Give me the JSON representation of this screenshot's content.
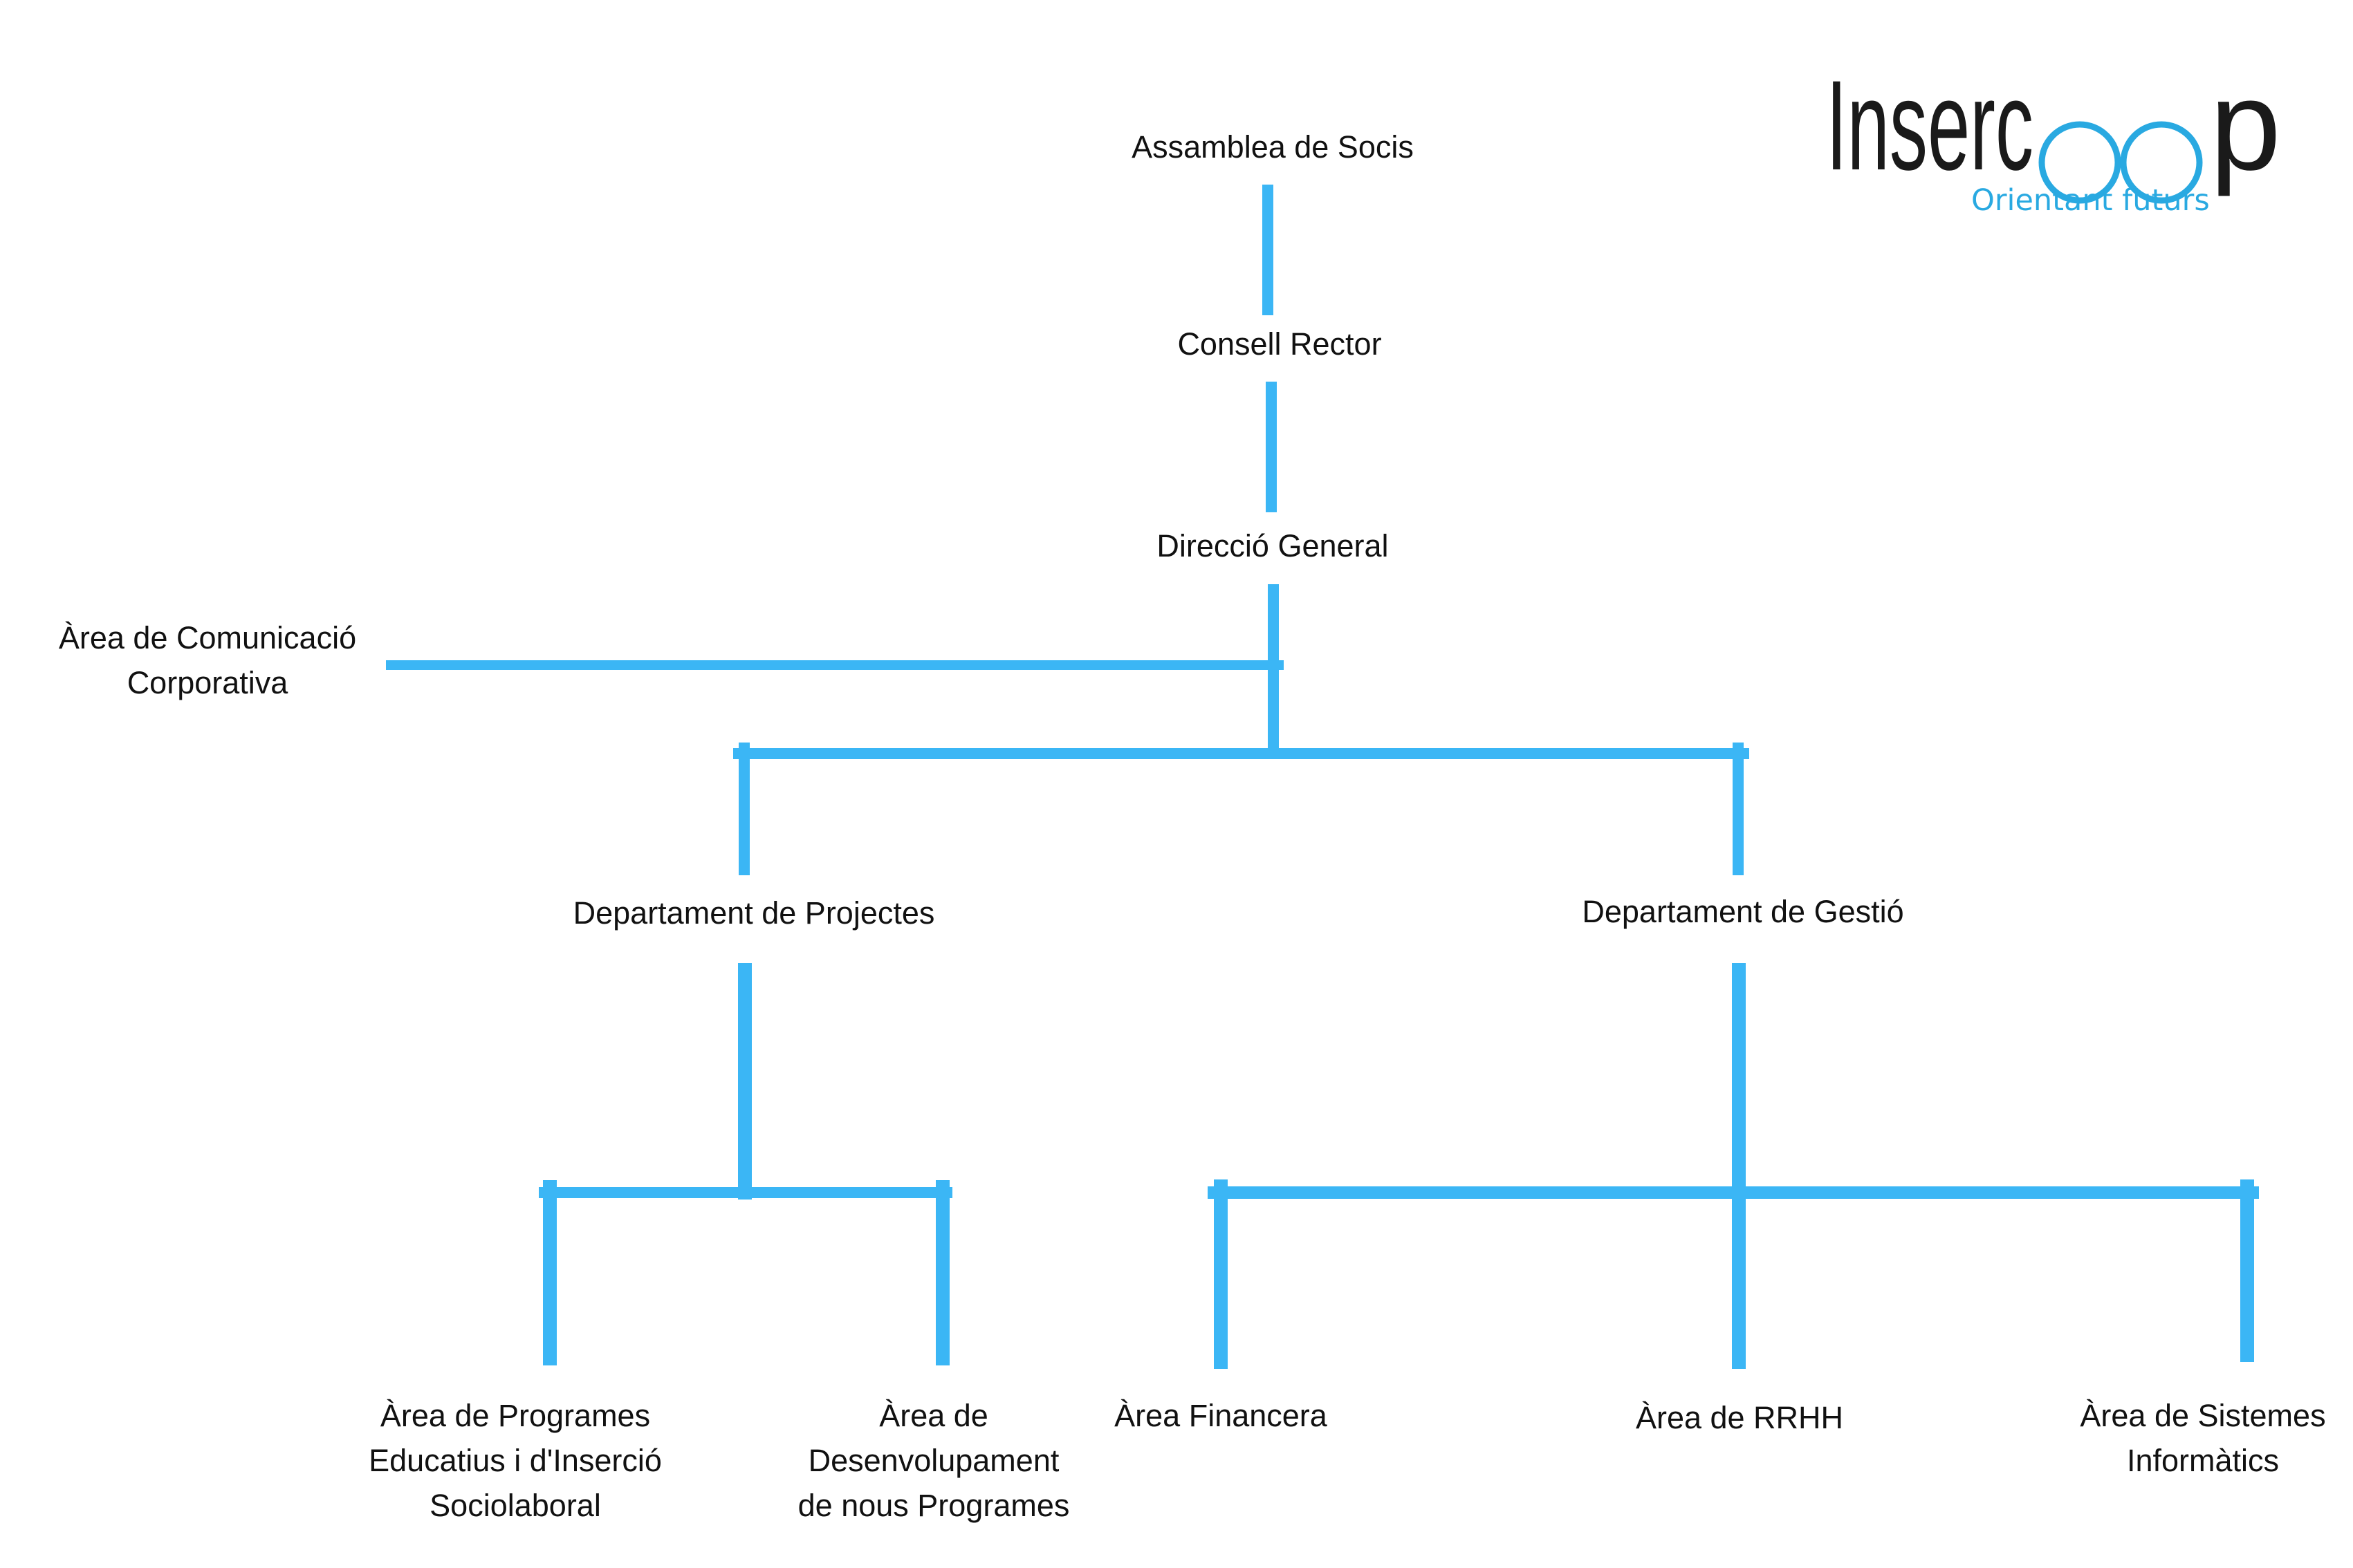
{
  "colors": {
    "line": "#3bb6f5",
    "text": "#111111",
    "logo_text": "#1a1a1a",
    "logo_accent": "#29a9e1"
  },
  "logo": {
    "name": "Insercoop",
    "tagline": "Orientant futurs"
  },
  "org": {
    "assemblea": "Assamblea de Socis",
    "consell": "Consell Rector",
    "direccio": "Direcció General",
    "comunicacio": [
      "Àrea de Comunicació",
      "Corporativa"
    ],
    "dept_projectes": "Departament de Projectes",
    "dept_gestio": "Departament de Gestió",
    "area_programes": [
      "Àrea de Programes",
      "Educatius i d'Inserció",
      "Sociolaboral"
    ],
    "area_desenvolupament": [
      "Àrea de",
      "Desenvolupament",
      "de nous Programes"
    ],
    "area_financera": "Àrea Financera",
    "area_rrhh": "Àrea de RRHH",
    "area_sistemes": [
      "Àrea de Sistemes",
      "Informàtics"
    ]
  }
}
